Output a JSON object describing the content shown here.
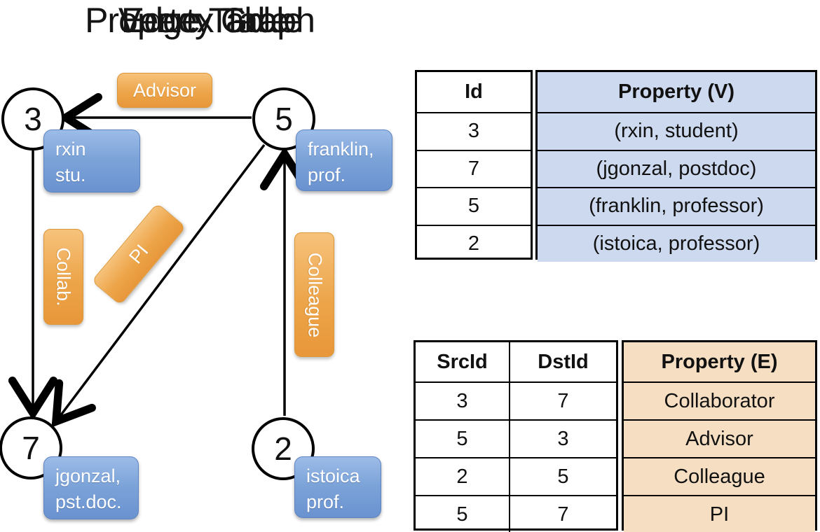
{
  "titles": {
    "graph": "Property Graph",
    "vertex": "Vertex Table",
    "edge": "Edge Table"
  },
  "graph": {
    "nodes": [
      {
        "id": "3",
        "lines": [
          "rxin",
          "stu."
        ]
      },
      {
        "id": "5",
        "lines": [
          "franklin,",
          "prof."
        ]
      },
      {
        "id": "7",
        "lines": [
          "jgonzal,",
          "pst.doc."
        ]
      },
      {
        "id": "2",
        "lines": [
          "istoica",
          "prof."
        ]
      }
    ],
    "edge_labels": {
      "advisor": "Advisor",
      "collab": "Collab.",
      "pi": "PI",
      "colleague": "Colleague"
    }
  },
  "vertex_table": {
    "headers": {
      "id": "Id",
      "property": "Property (V)"
    },
    "rows": [
      {
        "id": "3",
        "property": "(rxin, student)"
      },
      {
        "id": "7",
        "property": "(jgonzal, postdoc)"
      },
      {
        "id": "5",
        "property": "(franklin, professor)"
      },
      {
        "id": "2",
        "property": "(istoica, professor)"
      }
    ]
  },
  "edge_table": {
    "headers": {
      "src": "SrcId",
      "dst": "DstId",
      "property": "Property (E)"
    },
    "rows": [
      {
        "src": "3",
        "dst": "7",
        "property": "Collaborator"
      },
      {
        "src": "5",
        "dst": "3",
        "property": "Advisor"
      },
      {
        "src": "2",
        "dst": "5",
        "property": "Colleague"
      },
      {
        "src": "5",
        "dst": "7",
        "property": "PI"
      }
    ]
  },
  "colors": {
    "edge_label_orange": "#EDA54A",
    "vertex_property_blue": "#7DA4D9",
    "vertex_cell_blue": "#CDD9EE",
    "edge_cell_tan": "#F5DEC2",
    "line_black": "#000000"
  }
}
